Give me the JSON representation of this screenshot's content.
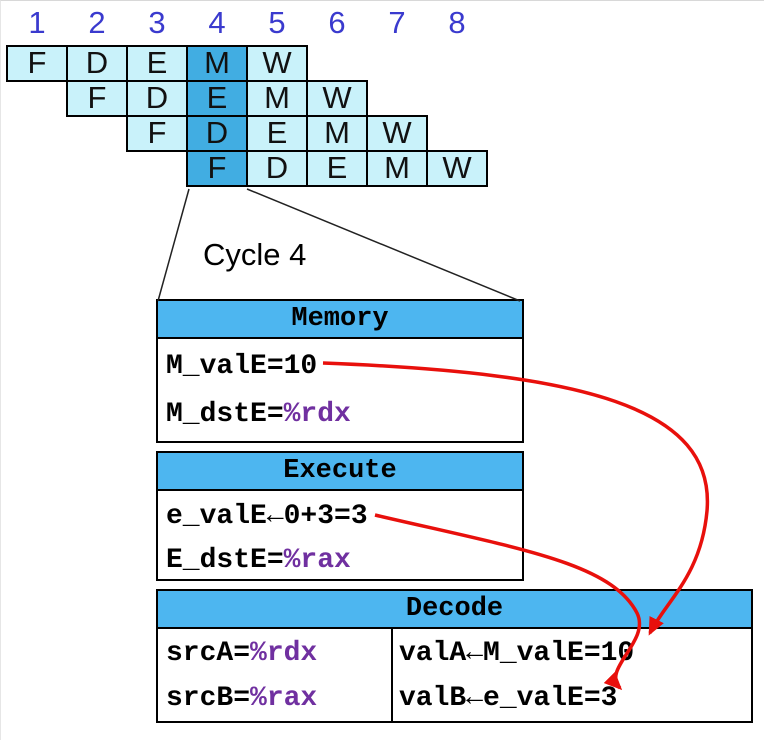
{
  "colors": {
    "cell_light": "#c9f2fa",
    "cell_highlight": "#41ade2",
    "header_blue": "#4db6f0",
    "number_blue": "#3a3ace",
    "register_purple": "#7030a0",
    "arrow_red": "#e8100c"
  },
  "cycle_numbers": [
    "1",
    "2",
    "3",
    "4",
    "5",
    "6",
    "7",
    "8"
  ],
  "pipeline_rows": [
    {
      "stages": [
        "F",
        "D",
        "E",
        "M",
        "W"
      ]
    },
    {
      "stages": [
        "F",
        "D",
        "E",
        "M",
        "W"
      ]
    },
    {
      "stages": [
        "F",
        "D",
        "E",
        "M",
        "W"
      ]
    },
    {
      "stages": [
        "F",
        "D",
        "E",
        "M",
        "W"
      ]
    }
  ],
  "cycle_label": "Cycle 4",
  "memory": {
    "title": "Memory",
    "line1": "M_valE=10",
    "line2_pre": "M_dstE=",
    "line2_reg": "%rdx"
  },
  "execute": {
    "title": "Execute",
    "line1": "e_valE←0+3=3",
    "line2_pre": "E_dstE=",
    "line2_reg": "%rax"
  },
  "decode": {
    "title": "Decode",
    "srcA_pre": "srcA=",
    "srcA_reg": "%rdx",
    "srcB_pre": "srcB=",
    "srcB_reg": "%rax",
    "valA": "valA←M_valE=10",
    "valB": "valB←e_valE=3"
  }
}
